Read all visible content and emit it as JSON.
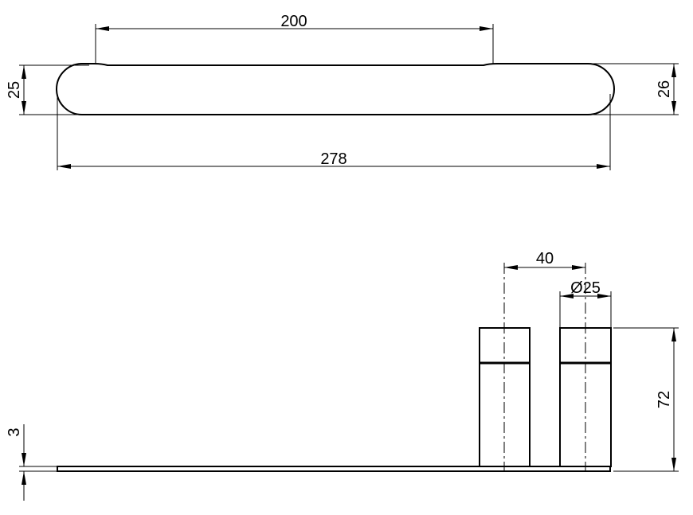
{
  "top_view": {
    "dim_grip_length": "200",
    "dim_left_height": "25",
    "dim_right_height": "26",
    "dim_total_length": "278"
  },
  "side_view": {
    "dim_post_spacing": "40",
    "dim_post_diameter": "Ø25",
    "dim_post_height": "72",
    "dim_base_thickness": "3"
  }
}
